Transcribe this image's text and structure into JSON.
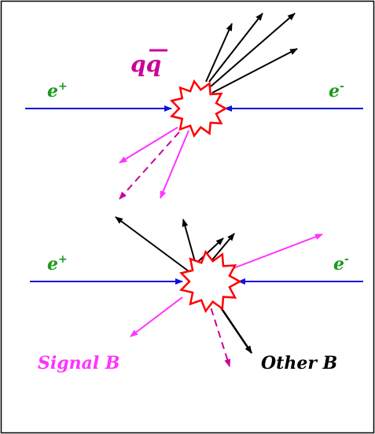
{
  "top_event": {
    "electron_left_label": "e+",
    "electron_left_base": "e",
    "electron_left_sup": "+",
    "electron_right_base": "e",
    "electron_right_sup": "-",
    "process_label": "qq"
  },
  "bottom_event": {
    "electron_left_base": "e",
    "electron_left_sup": "+",
    "electron_right_base": "e",
    "electron_right_sup": "-",
    "signal_label": "Signal B",
    "other_label": "Other B"
  },
  "colors": {
    "beam": "#1010e0",
    "electron_label": "#1a9a1a",
    "signal": "#ff33ff",
    "signal_dashed": "#cc0099",
    "qq_label": "#cc0099",
    "other_tracks": "#000000",
    "burst_stroke": "#ff0000",
    "border": "#000000"
  }
}
